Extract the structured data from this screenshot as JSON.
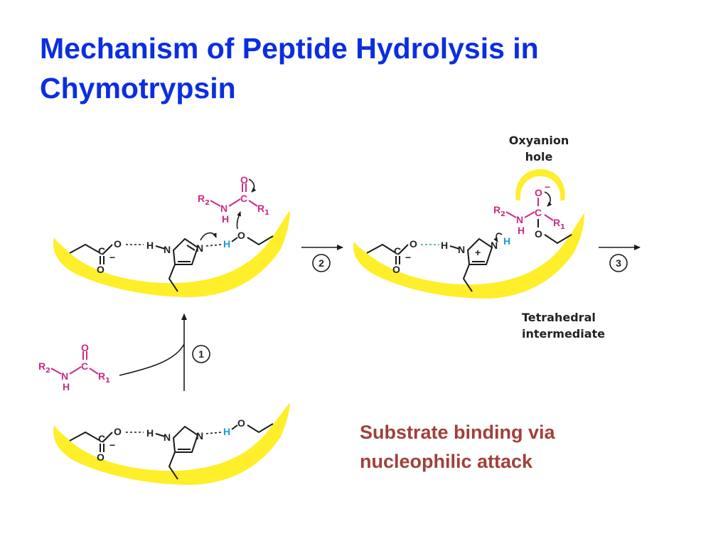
{
  "title": {
    "line1": "Mechanism of Peptide Hydrolysis in",
    "line2": "Chymotrypsin"
  },
  "caption": {
    "line1": "Substrate binding via",
    "line2": "nucleophilic attack"
  },
  "labels": {
    "oxyanion_line1": "Oxyanion",
    "oxyanion_line2": "hole",
    "tetra_line1": "Tetrahedral",
    "tetra_line2": "intermediate"
  },
  "steps": {
    "s1": "1",
    "s2": "2",
    "s3": "3"
  },
  "atoms": {
    "O": "O",
    "N": "N",
    "H": "H",
    "C": "C",
    "R": "R",
    "sub1": "1",
    "sub2": "2",
    "minus": "−",
    "plus": "+"
  },
  "colors": {
    "title": "#0b2ee0",
    "caption": "#a0403a",
    "substrate": "#cc2a86",
    "proton": "#1e9bd7",
    "pocket": "#ffee2a"
  }
}
